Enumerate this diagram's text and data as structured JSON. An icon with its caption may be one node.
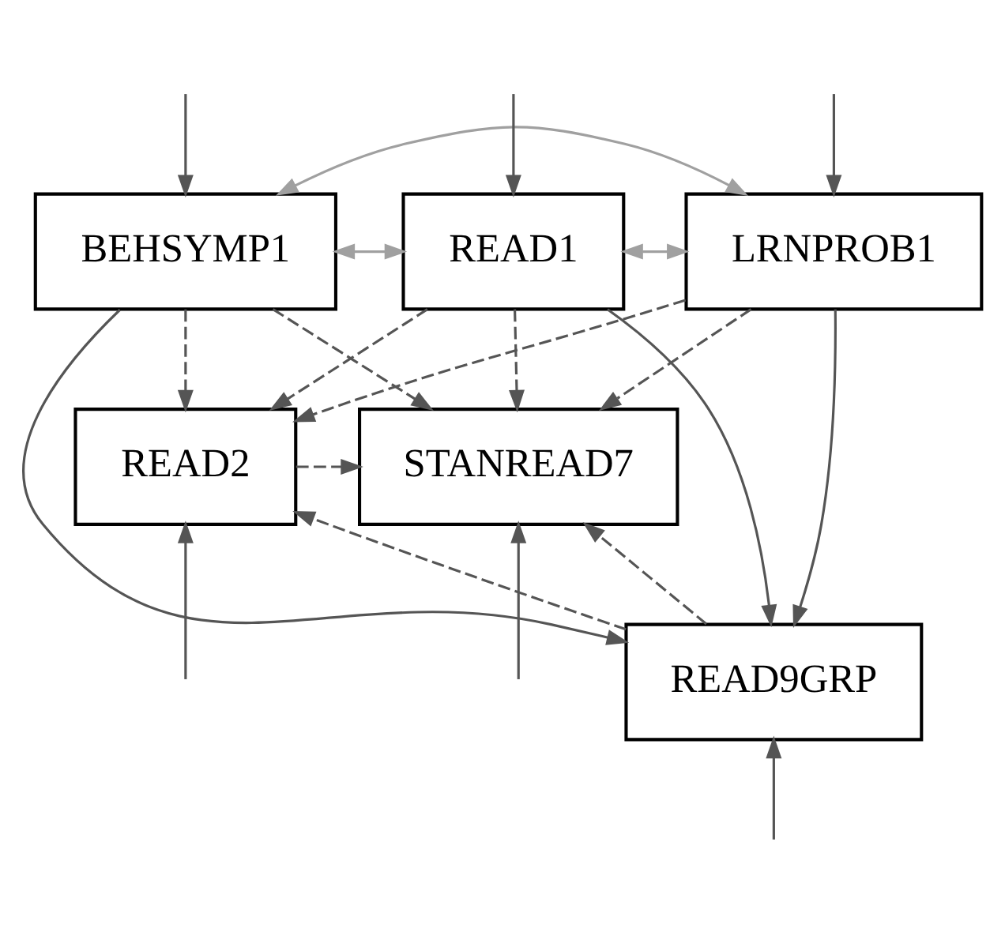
{
  "diagram": {
    "nodes": [
      {
        "text": [
          "BEHSYMP1"
        ]
      },
      {
        "text": [
          "LRNPROB1"
        ]
      },
      {
        "text": [
          "READ1"
        ]
      },
      {
        "text": [
          "READ2"
        ]
      },
      {
        "text": [
          "STANREAD7"
        ]
      },
      {
        "text": [
          "READ9GRP"
        ]
      }
    ],
    "edges": [
      {
        "from": 0,
        "to": 1,
        "arrow": "both",
        "color": "#a0a0a0"
      },
      {
        "from": 1,
        "to": 2,
        "arrow": "both",
        "color": "#a0a0a0"
      },
      {
        "from": 0,
        "to": 2,
        "arrow": "both",
        "color": "#a0a0a0"
      },
      {
        "from": null,
        "to": 0,
        "arrow": "to"
      },
      {
        "from": null,
        "to": 1,
        "arrow": "to"
      },
      {
        "from": null,
        "to": 2,
        "arrow": "to"
      },
      {
        "from": 0,
        "to": 3,
        "arrow": "to",
        "style": "dashed"
      },
      {
        "from": 0,
        "to": 5,
        "arrow": "to"
      },
      {
        "from": 0,
        "to": 4,
        "arrow": "to",
        "style": "dashed"
      },
      {
        "from": 1,
        "to": 3,
        "arrow": "to",
        "style": "dashed"
      },
      {
        "from": 1,
        "to": 5,
        "arrow": "to"
      },
      {
        "from": 1,
        "to": 4,
        "arrow": "to",
        "style": "dashed"
      },
      {
        "from": 2,
        "to": 3,
        "arrow": "to",
        "style": "dashed"
      },
      {
        "from": 2,
        "to": 5,
        "arrow": "to"
      },
      {
        "from": 2,
        "to": 4,
        "arrow": "to",
        "style": "dashed"
      },
      {
        "from": 3,
        "to": 4,
        "arrow": "to",
        "style": "dashed"
      },
      {
        "from": 5,
        "to": 3,
        "arrow": "to",
        "style": "dashed"
      },
      {
        "from": 5,
        "to": 4,
        "arrow": "to",
        "style": "dashed"
      },
      {
        "from": null,
        "to": 3,
        "arrow": "to"
      },
      {
        "from": null,
        "to": 4,
        "arrow": "to"
      },
      {
        "from": null,
        "to": 5,
        "arrow": "to"
      }
    ]
  }
}
